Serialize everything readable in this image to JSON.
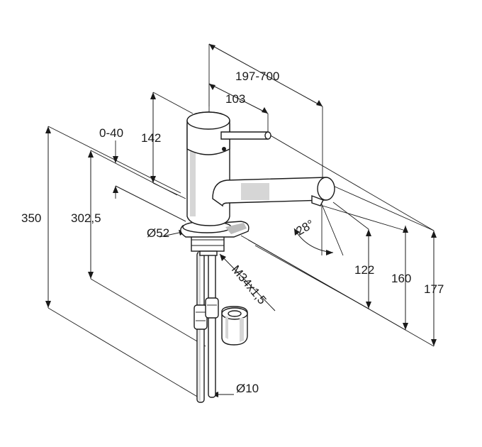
{
  "dimensions": {
    "reach": "197-700",
    "lever_offset": "103",
    "deck_thickness": "0-40",
    "lever_height": "142",
    "total_height": "350",
    "height_below_deck": "302,5",
    "base_diameter": "Ø52",
    "thread": "M34x1,5",
    "swivel_angle": "28°",
    "spout_height_122": "122",
    "spout_height_160": "160",
    "spout_height_177": "177",
    "hose_diameter": "Ø10"
  }
}
